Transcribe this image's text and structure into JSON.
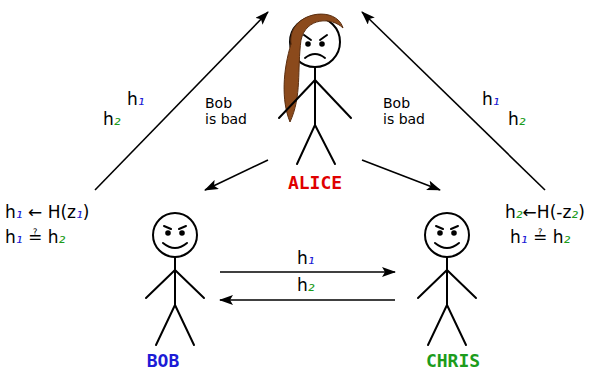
{
  "diagram": {
    "nodes": [
      {
        "text": [
          "ALICE"
        ]
      },
      {
        "text": [
          "BOB"
        ]
      },
      {
        "text": [
          "CHRIS"
        ]
      }
    ],
    "edges": [
      {
        "from": 0,
        "to": 1,
        "label": "Bob is bad",
        "arrow": "to"
      },
      {
        "from": 0,
        "to": 2,
        "label": "Bob is bad",
        "arrow": "to"
      },
      {
        "from": 1,
        "to": 0,
        "label": "h₁ h₂",
        "arrow": "to"
      },
      {
        "from": 2,
        "to": 0,
        "label": "h₁ h₂",
        "arrow": "to"
      },
      {
        "from": 1,
        "to": 2,
        "label": "h₁",
        "arrow": "to"
      },
      {
        "from": 2,
        "to": 1,
        "label": "h₂",
        "arrow": "to"
      }
    ],
    "labels": [
      "h₁ ← H(z₁)",
      "h₁ ≟ h₂",
      "h₂←H(-z₂)",
      "h₁ ≟ h₂"
    ]
  }
}
